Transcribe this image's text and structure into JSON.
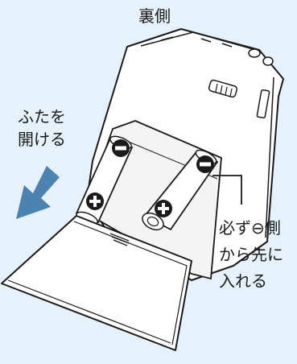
{
  "title": "裏側",
  "open_lid": [
    "ふたを",
    "開ける"
  ],
  "note": [
    "必ず⊖側",
    "から先に",
    "入れる"
  ],
  "colors": {
    "background": "#e6f2fb",
    "arrow": "#4d83b1",
    "outline": "#1a1a1a",
    "body": "#ffffff"
  },
  "icons": [
    "minus-terminal-icon",
    "plus-terminal-icon",
    "open-arrow-icon"
  ]
}
